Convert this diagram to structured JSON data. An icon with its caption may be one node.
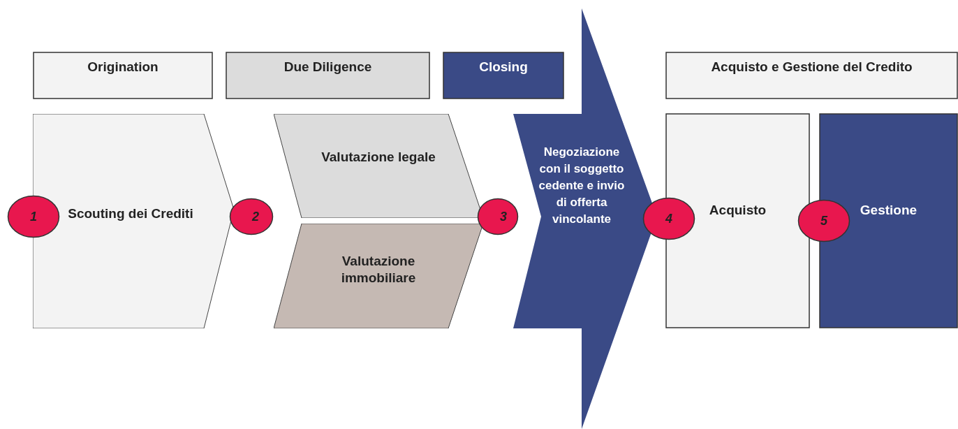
{
  "diagram": {
    "nodes": [
      {
        "text": [
          "Origination"
        ]
      },
      {
        "text": [
          "Due Diligence"
        ]
      },
      {
        "text": [
          "Closing"
        ]
      },
      {
        "text": [
          "Acquisto e Gestione del Credito"
        ]
      },
      {
        "text": [
          "1"
        ]
      },
      {
        "text": [
          "Scouting dei Crediti"
        ]
      },
      {
        "text": [
          "2"
        ]
      },
      {
        "text": [
          "Valutazione legale"
        ]
      },
      {
        "text": [
          "Valutazione immobiliare"
        ]
      },
      {
        "text": [
          "3"
        ]
      },
      {
        "text": [
          "Negoziazione con il soggetto cedente e invio di offerta vincolante"
        ]
      },
      {
        "text": [
          "4"
        ]
      },
      {
        "text": [
          "Acquisto"
        ]
      },
      {
        "text": [
          "5"
        ]
      },
      {
        "text": [
          "Gestione"
        ]
      }
    ]
  }
}
